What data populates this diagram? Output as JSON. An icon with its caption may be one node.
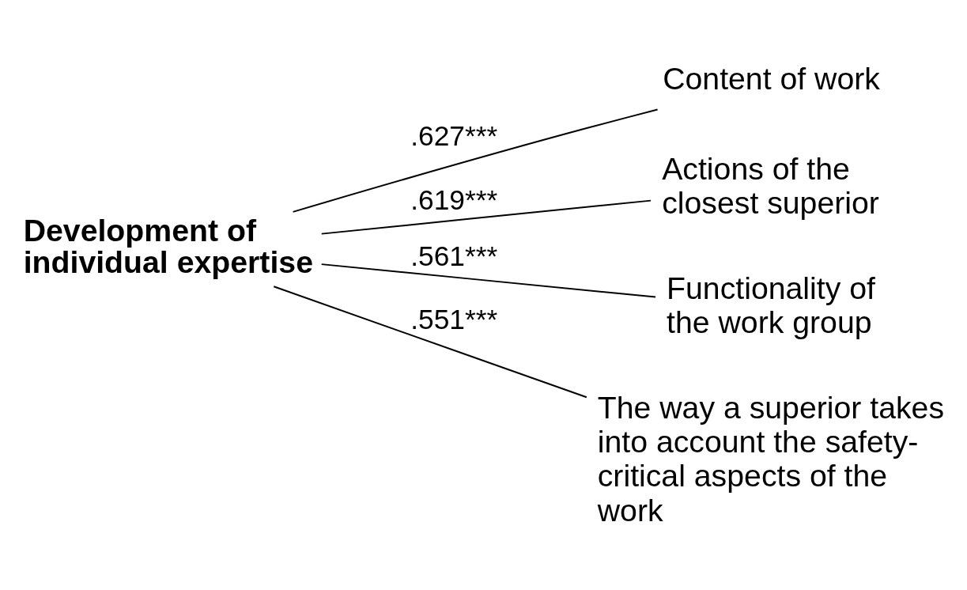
{
  "diagram": {
    "nodes": [
      {
        "text": [
          "Development of individual expertise"
        ]
      },
      {
        "text": [
          "Content of work"
        ]
      },
      {
        "text": [
          "Actions of the closest superior"
        ]
      },
      {
        "text": [
          "Functionality of the work group"
        ]
      },
      {
        "text": [
          "The way a superior takes into account the safety-critical aspects of the work"
        ]
      }
    ],
    "edges": [
      {
        "from": 0,
        "to": 1,
        "arrow": "none",
        "label": ".627***"
      },
      {
        "from": 0,
        "to": 2,
        "arrow": "none",
        "label": ".619***"
      },
      {
        "from": 0,
        "to": 3,
        "arrow": "none",
        "label": ".561***"
      },
      {
        "from": 0,
        "to": 4,
        "arrow": "none",
        "label": ".551***"
      }
    ]
  }
}
